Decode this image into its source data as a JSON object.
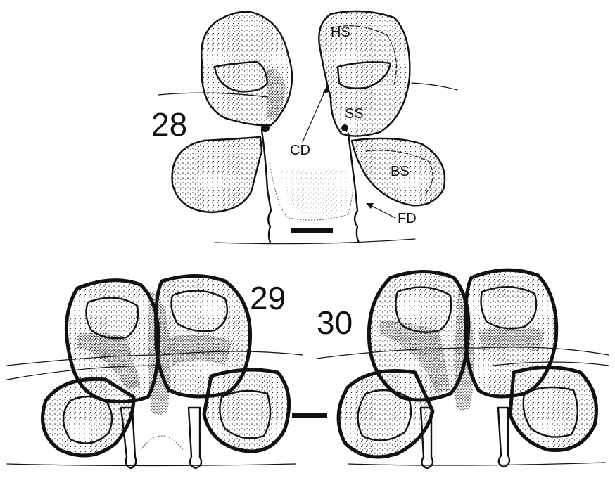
{
  "figures": {
    "fig28": {
      "number": "28"
    },
    "fig29": {
      "number": "29"
    },
    "fig30": {
      "number": "30"
    }
  },
  "labels": {
    "hs": "HS",
    "ss": "SS",
    "cd": "CD",
    "bs": "BS",
    "fd": "FD"
  },
  "colors": {
    "ink": "#111111",
    "paper": "#ffffff"
  }
}
